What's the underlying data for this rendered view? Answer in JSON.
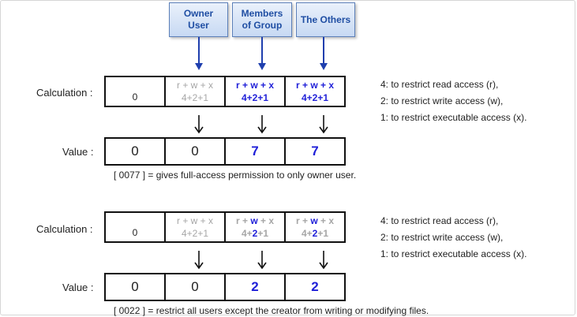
{
  "headers": {
    "owner": "Owner\nUser",
    "group": "Members\nof Group",
    "others": "The Others"
  },
  "labels": {
    "calculation": "Calculation :",
    "value": "Value :"
  },
  "legend": {
    "read": "4: to restrict read access (r),",
    "write": "2: to restrict write access (w),",
    "exec": "1: to restrict executable access (x)."
  },
  "example1": {
    "special": "0",
    "owner_expr": "r + w + x",
    "owner_num": "4+2+1",
    "group_expr": "r + w + x",
    "group_num": "4+2+1",
    "others_expr": "r + w + x",
    "others_num": "4+2+1",
    "values": [
      "0",
      "0",
      "7",
      "7"
    ],
    "note": "[ 0077 ] =  gives full-access permission to only owner user."
  },
  "example2": {
    "special": "0",
    "owner_expr": "r + w + x",
    "owner_num": "4+2+1",
    "group_expr": [
      "r + ",
      "w",
      " + x"
    ],
    "group_num": [
      "4+",
      "2",
      "+1"
    ],
    "others_expr": [
      "r + ",
      "w",
      " + x"
    ],
    "others_num": [
      "4+",
      "2",
      "+1"
    ],
    "values": [
      "0",
      "0",
      "2",
      "2"
    ],
    "note": "[ 0022 ] =  restrict all users except the creator from writing or modifying files."
  },
  "colors": {
    "header_text": "#1f4ea3",
    "header_fill": "#c7d9f3",
    "accent_blue": "#1f1fd8",
    "arrow_blue": "#1f3fae",
    "gray_text": "#a6a6a6"
  }
}
